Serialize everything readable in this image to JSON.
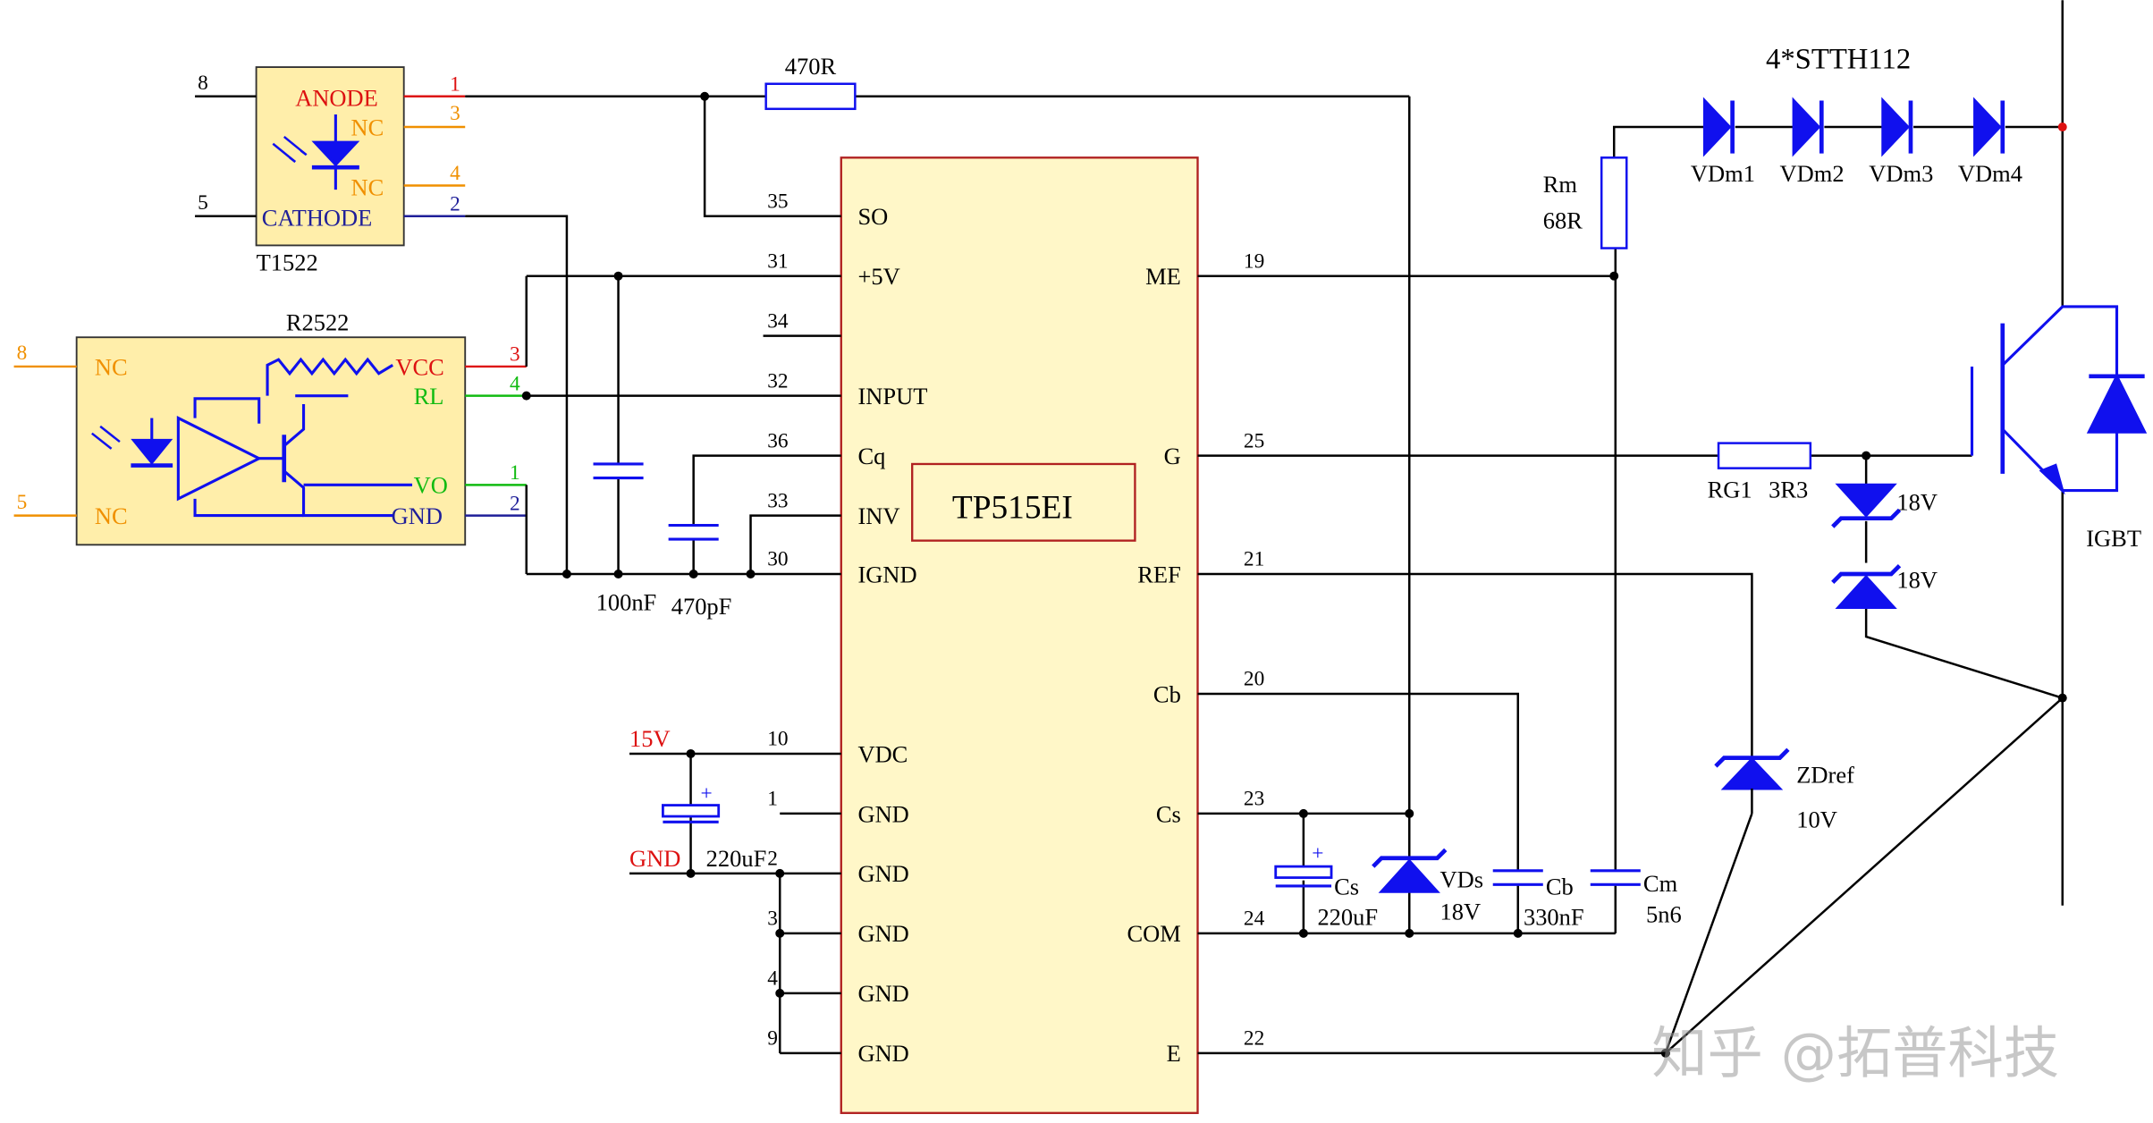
{
  "chip": {
    "name": "TP515EI",
    "left_pins": [
      {
        "label": "SO",
        "num": "35"
      },
      {
        "label": "+5V",
        "num": "31"
      },
      {
        "label": "",
        "num": "34"
      },
      {
        "label": "INPUT",
        "num": "32"
      },
      {
        "label": "Cq",
        "num": "36"
      },
      {
        "label": "INV",
        "num": "33"
      },
      {
        "label": "IGND",
        "num": "30"
      },
      {
        "label": "VDC",
        "num": "10"
      },
      {
        "label": "GND",
        "num": "1"
      },
      {
        "label": "GND",
        "num": "2"
      },
      {
        "label": "GND",
        "num": "3"
      },
      {
        "label": "GND",
        "num": "4"
      },
      {
        "label": "GND",
        "num": "9"
      }
    ],
    "right_pins": [
      {
        "label": "ME",
        "num": "19"
      },
      {
        "label": "G",
        "num": "25"
      },
      {
        "label": "REF",
        "num": "21"
      },
      {
        "label": "Cb",
        "num": "20"
      },
      {
        "label": "Cs",
        "num": "23"
      },
      {
        "label": "COM",
        "num": "24"
      },
      {
        "label": "E",
        "num": "22"
      }
    ]
  },
  "t1522": {
    "name": "T1522",
    "anode": "ANODE",
    "nc1": "NC",
    "nc2": "NC",
    "cathode": "CATHODE",
    "pins": {
      "p1": "1",
      "p3": "3",
      "p4": "4",
      "p2": "2",
      "ext_anode": "8",
      "ext_cathode": "5"
    }
  },
  "r2522": {
    "name": "R2522",
    "nc_top": "NC",
    "nc_bot": "NC",
    "vcc": "VCC",
    "rl": "RL",
    "vo": "VO",
    "gnd": "GND",
    "pins": {
      "p3": "3",
      "p4": "4",
      "p1": "1",
      "p2": "2",
      "ext_top": "8",
      "ext_bot": "5"
    }
  },
  "parts": {
    "r470": "470R",
    "c100n": "100nF",
    "c470p": "470pF",
    "v15": "15V",
    "gndlbl": "GND",
    "c220u": "220uF",
    "plus": "+",
    "rm_name": "Rm",
    "rm_val": "68R",
    "diodes_title": "4*STTH112",
    "vdm": [
      "VDm1",
      "VDm2",
      "VDm3",
      "VDm4"
    ],
    "rg_name": "RG1",
    "rg_val": "3R3",
    "z18a": "18V",
    "z18b": "18V",
    "igbt": "IGBT",
    "zdref": "ZDref",
    "zdref_val": "10V",
    "cs_name": "Cs",
    "cs_val": "220uF",
    "vds_name": "VDs",
    "vds_val": "18V",
    "cb_name": "Cb",
    "cb_val": "330nF",
    "cm_name": "Cm",
    "cm_val": "5n6"
  },
  "watermark": "知乎 @拓普科技",
  "colors": {
    "wire": "#000000",
    "symbol": "#1010ee",
    "chip_fill": "#fff7c8",
    "chip_stroke": "#b02020",
    "red": "#dd1111",
    "orange": "#f09000",
    "green": "#11bb11",
    "navy": "#1f1f99"
  }
}
